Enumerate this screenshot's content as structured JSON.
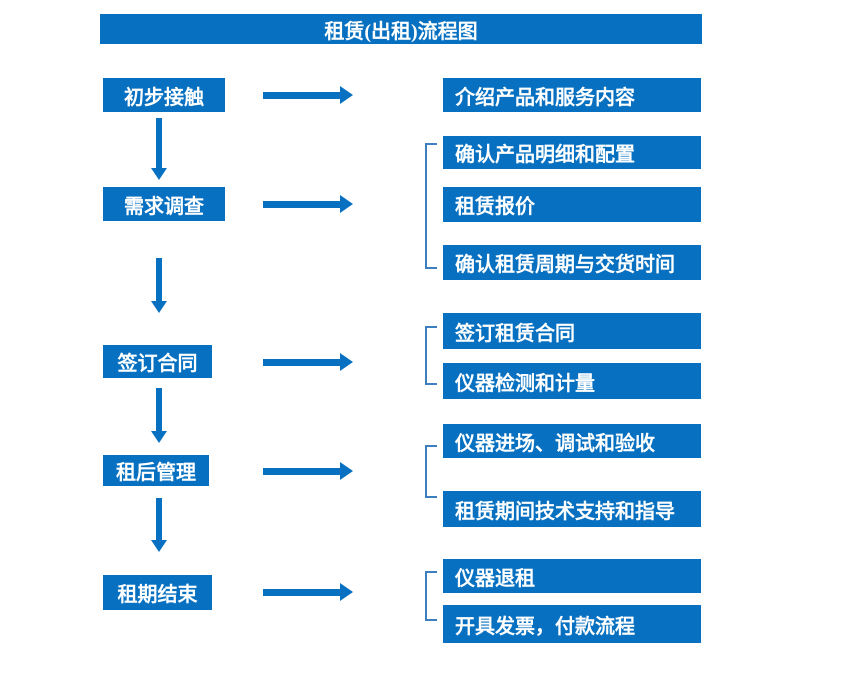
{
  "title": "租赁(出租)流程图",
  "colors": {
    "box_blue": "#0770c0",
    "bracket_blue": "#3d7ebf",
    "text_white": "#ffffff",
    "background": "#ffffff"
  },
  "flow": {
    "stages": [
      {
        "label": "初步接触",
        "details": [
          "介绍产品和服务内容"
        ]
      },
      {
        "label": "需求调查",
        "details": [
          "确认产品明细和配置",
          "租赁报价",
          "确认租赁周期与交货时间"
        ]
      },
      {
        "label": "签订合同",
        "details": [
          "签订租赁合同",
          "仪器检测和计量"
        ]
      },
      {
        "label": "租后管理",
        "details": [
          "仪器进场、调试和验收",
          "租赁期间技术支持和指导"
        ]
      },
      {
        "label": "租期结束",
        "details": [
          "仪器退租",
          "开具发票，付款流程"
        ]
      }
    ]
  }
}
